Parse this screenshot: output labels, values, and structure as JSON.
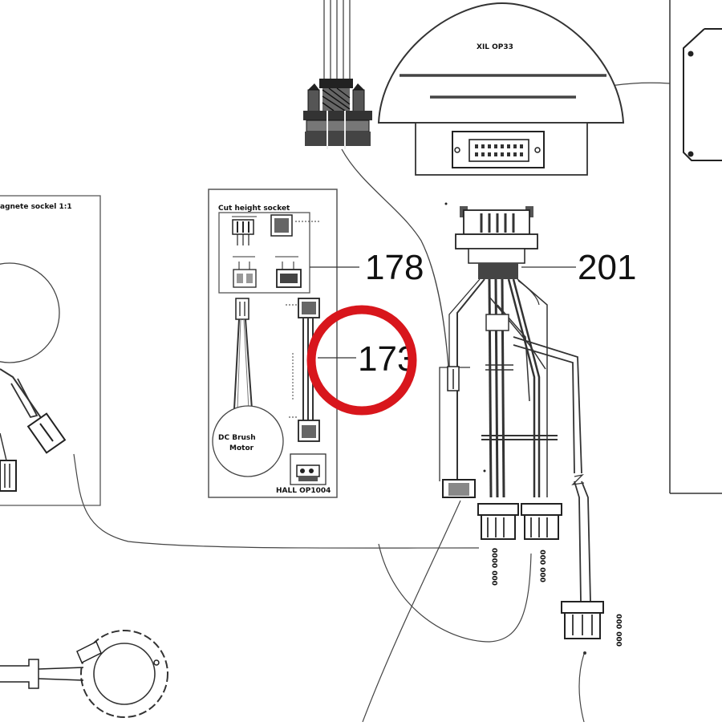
{
  "callouts": {
    "c178": "178",
    "c201": "201",
    "c173": "173"
  },
  "labels": {
    "module_top": "XIL OP33",
    "left_panel_title": "agnete sockel 1:1",
    "cut_height_title": "Cut height socket",
    "motor_line1": "DC Brush",
    "motor_line2": "Motor",
    "hall_label": "HALL OP1004",
    "vert_a": "000 0000",
    "vert_b": "000 000",
    "vert_c": "000 000"
  },
  "highlight": {
    "color": "#d8161c",
    "target": "173"
  }
}
